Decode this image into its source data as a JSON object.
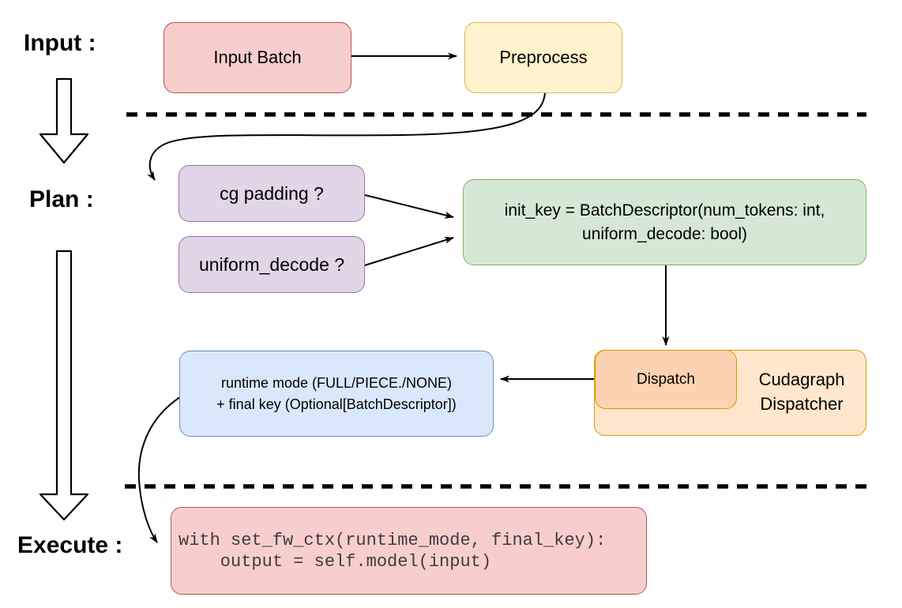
{
  "stages": {
    "input_label": "Input :",
    "plan_label": "Plan :",
    "execute_label": "Execute :"
  },
  "nodes": {
    "input_batch": {
      "label": "Input Batch",
      "fill": "#f8cecc",
      "stroke": "#b85450"
    },
    "preprocess": {
      "label": "Preprocess",
      "fill": "#fff2cc",
      "stroke": "#d6b656"
    },
    "cg_padding": {
      "label": "cg padding ?",
      "fill": "#e1d5e7",
      "stroke": "#9673a6"
    },
    "uniform_decode": {
      "label": "uniform_decode ?",
      "fill": "#e1d5e7",
      "stroke": "#9673a6"
    },
    "init_key": {
      "line1": "init_key = BatchDescriptor(num_tokens: int,",
      "line2": "uniform_decode: bool)",
      "fill": "#d5e8d4",
      "stroke": "#82b366"
    },
    "dispatch": {
      "label": "Dispatch",
      "fill": "#fcd2b2",
      "stroke": "#d79b00"
    },
    "cudagraph_dispatcher": {
      "line1": "Cudagraph",
      "line2": "Dispatcher",
      "fill": "#ffe6cc",
      "stroke": "#d79b00"
    },
    "runtime_mode": {
      "line1": "runtime mode (FULL/PIECE./NONE)",
      "line2": "+ final key (Optional[BatchDescriptor])",
      "fill": "#dae8fc",
      "stroke": "#6c8ebf"
    },
    "execute_code": {
      "line1": "with set_fw_ctx(runtime_mode, final_key):",
      "line2": "    output = self.model(input)",
      "fill": "#f8cecc",
      "stroke": "#b85450"
    }
  }
}
